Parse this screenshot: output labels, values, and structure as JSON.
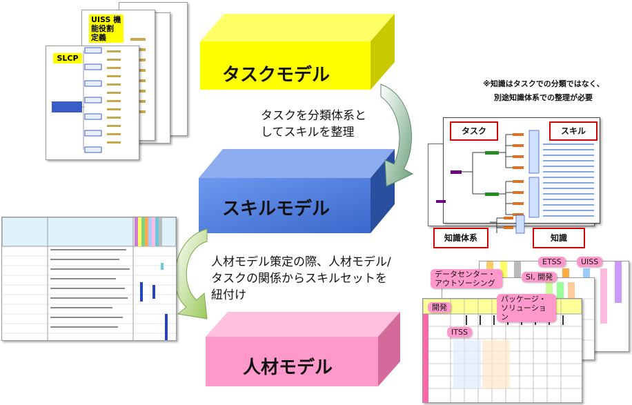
{
  "boxes": {
    "task": "タスクモデル",
    "skill": "スキルモデル",
    "human": "人材モデル"
  },
  "notes": {
    "task_to_skill": [
      "タスクを分類体系と",
      "してスキルを整理"
    ],
    "skill_to_human": [
      "人材モデル策定の際、人材モデル/",
      "タスクの関係からスキルセットを",
      "紐付け"
    ],
    "knowledge": [
      "※知識はタスクでの分類ではなく、",
      "別途知識体系での整理が必要"
    ]
  },
  "docs": {
    "uiss": "UISS 機能役割 定義",
    "slcp": "SLCP"
  },
  "tree": {
    "task": "タスク",
    "skill": "スキル",
    "knowledge_system": "知識体系",
    "knowledge": "知識"
  },
  "callouts": {
    "datacenter": "データセンター・アウトソーシング",
    "etss": "ETSS",
    "uiss": "UISS",
    "si_dev": "SI, 開発",
    "package": "パッケージ・ソリューション",
    "dev": "開発",
    "itss": "ITSS"
  },
  "colors": {
    "task_box": "#ffff00",
    "skill_box": "#4f7fe0",
    "human_box": "#ff99cc",
    "arrow": "#7fae7f",
    "arrow2": "#a9d06b"
  }
}
